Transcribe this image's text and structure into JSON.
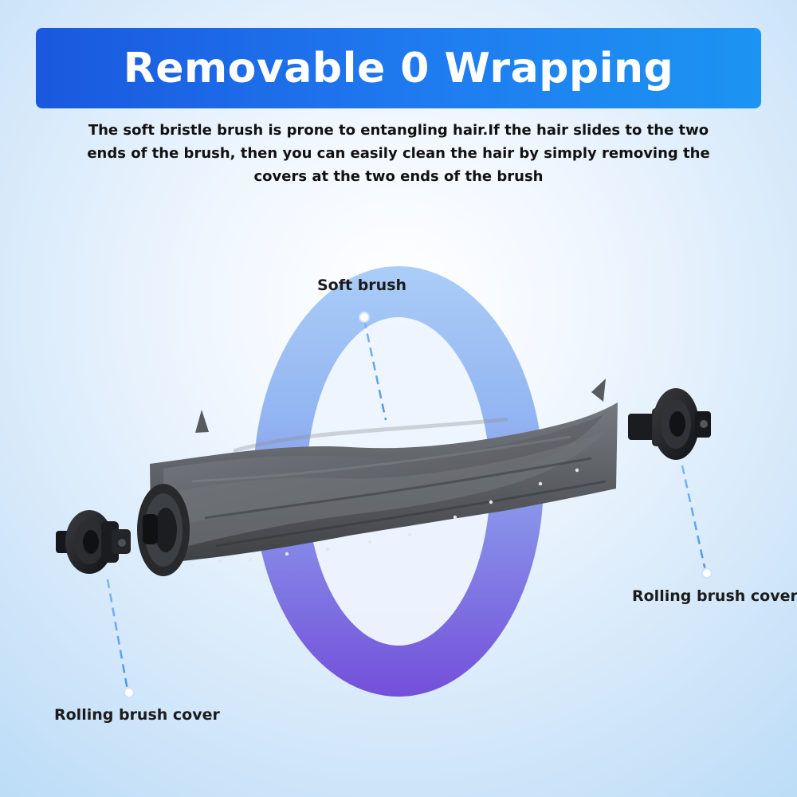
{
  "header": {
    "title": "Removable 0 Wrapping"
  },
  "description": {
    "text": "The soft bristle brush is prone to entangling hair.If the hair slides to the two ends of the brush, then you can easily clean the hair by simply removing the covers at the two ends of the brush"
  },
  "callouts": {
    "soft_brush": "Soft brush",
    "right_cover": "Rolling brush cover",
    "left_cover": "Rolling brush cover"
  },
  "colors": {
    "banner_start": "#1a58de",
    "banner_end": "#1c94f2",
    "zero_top": "#9cc3f6",
    "zero_bottom": "#6f49d8",
    "brush_gray": "#5d5f63",
    "cover_black": "#1e1f22",
    "leader_line": "#4e94ee"
  },
  "icons": {
    "zero_ring": "zero-ring-icon",
    "soft_brush": "soft-brush-icon",
    "left_cover": "left-cover-icon",
    "right_cover": "right-cover-icon"
  }
}
